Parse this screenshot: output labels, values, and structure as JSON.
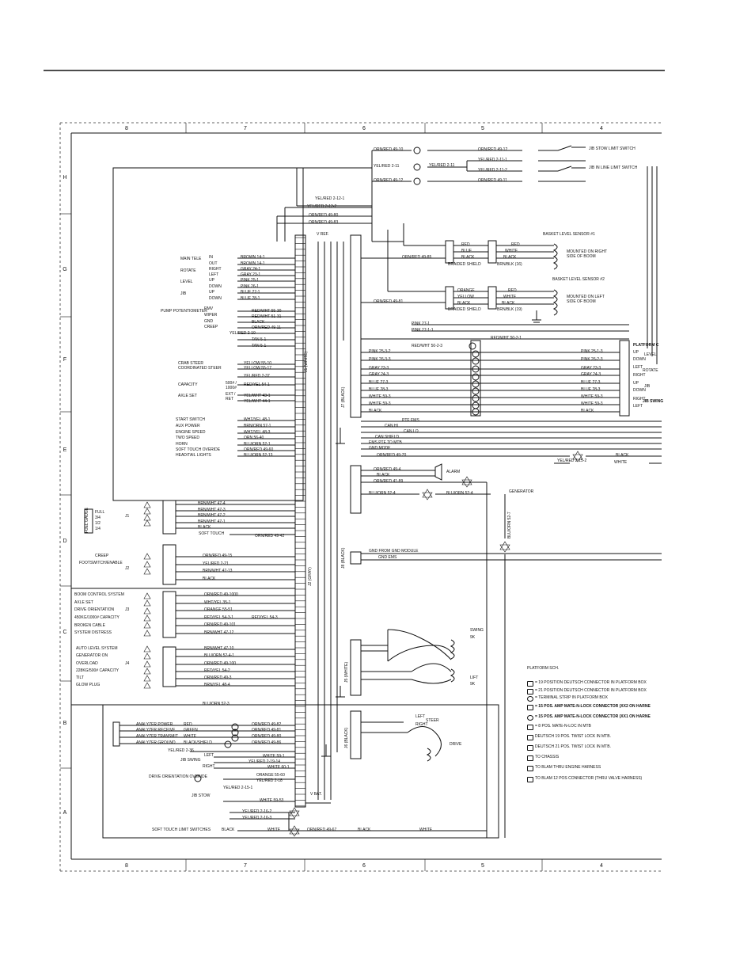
{
  "grid": {
    "cols": [
      "8",
      "7",
      "6",
      "5",
      "4"
    ],
    "rows": [
      "H",
      "G",
      "F",
      "E",
      "D",
      "C",
      "B",
      "A"
    ]
  },
  "connectors": {
    "j1": "J1 (WHITE)",
    "j2": "J2 (GRAY)",
    "j7": "J7 (BLACK)",
    "j8": "J8 (BLACK)",
    "j5": "J5 (WHITE)",
    "j6": "J6 (BLACK)",
    "vref": "V REF.",
    "vbat": "V BAT."
  },
  "top_wires": [
    {
      "wire": "ORN/RED 49-10",
      "right": "ORN/RED 49-12"
    },
    {
      "wire": "YEL/RED 2-11",
      "right": "YEL/RED 2-11"
    },
    {
      "wire": "ORN/RED 49-12",
      "right": "ORN/RED 49-11"
    }
  ],
  "top_right": {
    "jib_stow": "JIB STOW LIMIT SWITCH",
    "jib_inline": "JIB IN LINE LIMIT SWITCH",
    "yel_a": "YEL/RED 2-11-1",
    "yel_b": "YEL/RED 2-11-2",
    "w1": "YEL/RED 2-12-1",
    "w2": "YEL/RED 2-12-2",
    "w3": "ORN/RED 49-80",
    "w4": "ORN/RED 49-83"
  },
  "sensors": {
    "s1_title": "BASKET LEVEL SENSOR #1",
    "s2_title": "BASKET LEVEL SENSOR #2",
    "s1_mount": "MOUNTED ON RIGHT SIDE OF BOOM",
    "s2_mount": "MOUNTED ON LEFT SIDE OF BOOM",
    "s1_wires": [
      "RED",
      "BLUE",
      "BLACK",
      "BRAIDED SHIELD"
    ],
    "s1_right": [
      "RED",
      "WHITE",
      "BLACK",
      "BRN/BLK (16)"
    ],
    "s2_wires": [
      "ORANGE",
      "YELLOW",
      "BLACK",
      "BRAIDED SHIELD"
    ],
    "s2_right": [
      "RED",
      "WHITE",
      "BLACK",
      "BRN/BLK (19)"
    ],
    "feed1": "ORN/RED 49-85",
    "feed2": "ORN/RED 49-81"
  },
  "j1_left": [
    {
      "group": "MAIN TELE",
      "sub": "IN",
      "wire": "BROWN 14-1"
    },
    {
      "group": "",
      "sub": "OUT",
      "wire": "BROWN 14-1"
    },
    {
      "group": "ROTATE",
      "sub": "RIGHT",
      "wire": "GRAY 24-1"
    },
    {
      "group": "",
      "sub": "LEFT",
      "wire": "GRAY 23-1"
    },
    {
      "group": "LEVEL",
      "sub": "UP",
      "wire": "PINK 25-1"
    },
    {
      "group": "",
      "sub": "DOWN",
      "wire": "PINK 26-1"
    },
    {
      "group": "JIB",
      "sub": "UP",
      "wire": "BLUE 27-1"
    },
    {
      "group": "",
      "sub": "DOWN",
      "wire": "BLUE 28-1"
    }
  ],
  "pump": {
    "label": "PUMP POTENTIOMETER",
    "sub": [
      "RMV",
      "WIPER",
      "GND",
      "CREEP"
    ],
    "wires": [
      "RED/WHT 55-30",
      "RED/WHT 51-31",
      "BLACK",
      "ORN/RED 49-11",
      "YEL/RED 2-10",
      "TAN 5-1",
      "TAN 5-1"
    ]
  },
  "j1_mid": [
    {
      "label": "CRAB STEER",
      "wire": "YELLOW 55-10"
    },
    {
      "label": "COORDINATED STEER",
      "wire": "YELLOW 55-17"
    },
    {
      "label": "",
      "wire": "YEL/RED 2-37"
    },
    {
      "label": "CAPACITY",
      "sub": "500# / 1000#",
      "wire": "RED/YEL 54-1"
    },
    {
      "label": "AXLE SET",
      "sub": "EXT / RET",
      "wire": "YEL/WHT 43-1"
    },
    {
      "label": "",
      "wire": "YEL/WHT 44-1"
    }
  ],
  "j1_low": [
    {
      "label": "START SWITCH",
      "wire": "WHT/YEL 48-1"
    },
    {
      "label": "AUX POWER",
      "wire": "BRN/ORN 57-1"
    },
    {
      "label": "ENGINE SPEED",
      "wire": "WHT/YEL 48-3"
    },
    {
      "label": "TWO SPEED",
      "wire": "ORN 56-40"
    },
    {
      "label": "HORN",
      "wire": "BLU/ORN 52-1"
    },
    {
      "label": "SOFT TOUCH OVERIDE",
      "wire": "ORN/RED 49-60"
    },
    {
      "label": "HEAD/TAIL LIGHTS",
      "wire": "BLU/ORN 52-13"
    }
  ],
  "j7_right": [
    {
      "wire": "PINK 27-1",
      "far": ""
    },
    {
      "wire": "PINK 27-1-1",
      "far": ""
    },
    {
      "wire": "RED/WHT 50-2-3",
      "far": "RED/WHT 50-2-1"
    },
    {
      "wire": "PINK 25-3-2",
      "far": "PINK 25-1-3"
    },
    {
      "wire": "PINK 26-3-3",
      "far": "PINK 26-2-3"
    },
    {
      "wire": "GRAY 23-3",
      "far": "GRAY 23-3"
    },
    {
      "wire": "GRAY 24-3",
      "far": "GRAY 24-3"
    },
    {
      "wire": "BLUE 27-3",
      "far": "BLUE 27-3"
    },
    {
      "wire": "BLUE 28-3",
      "far": "BLUE 28-3"
    },
    {
      "wire": "WHITE 59-3",
      "far": "WHITE 59-3"
    },
    {
      "wire": "WHITE 59-3",
      "far": "WHITE 59-3"
    },
    {
      "wire": "BLACK",
      "far": "BLACK"
    }
  ],
  "platform_labels": {
    "title": "PLATFORM C",
    "level": "LEVEL",
    "rotate": "ROTATE",
    "jib": "JIB",
    "jib_swing": "JIB SWING",
    "up": "UP",
    "down": "DOWN",
    "left": "LEFT",
    "right": "RIGHT"
  },
  "j8_lines": {
    "ptf_ems": "PTF EMS",
    "can_hi": "CAN HI",
    "can_lo": "CAN LO",
    "can_shield": "CAN SHIELD",
    "ems_ptf": "EMS PTF TO MTB",
    "gnd_mode": "GND MODE",
    "orn_70": "ORN/RED 49-70",
    "black": "BLACK",
    "white": "WHITE",
    "yel_red": "YEL/RED 2-15-2",
    "alarm_wire": "ORN/RED 49-4",
    "alarm_black": "BLACK",
    "alarm": "ALARM",
    "gen_wire": "ORN/RED 41-89",
    "blu_orn": "BLU/ORN 52-4",
    "blu_orn2": "BLU/ORN 52-4",
    "generator": "GENERATOR",
    "blu_orn_v": "BLU/ORN 52-7",
    "gnd_module": "GND FROM GND MODULE",
    "gnd_ems": "GND EMS"
  },
  "fuel": {
    "label": "FUEL GAUGE",
    "levels": [
      "FULL",
      "3/4",
      "1/2",
      "1/4"
    ],
    "j1": "J1",
    "wires": [
      "BRN/WHT 47-4",
      "BRN/WHT 47-3",
      "BRN/WHT 47-2",
      "BRN/WHT 47-1",
      "BLACK"
    ],
    "soft_touch": "SOFT TOUCH",
    "soft_wire": "ORN/RED 49-42"
  },
  "j2_group": {
    "labels": [
      "CREEP",
      "FOOTSWITCH/ENABLE",
      "J2"
    ],
    "wires": [
      "ORN/RED 49-15",
      "YEL/RED 2-21",
      "BRN/WHT 47-13",
      "BLACK"
    ]
  },
  "j3_group": {
    "labels": [
      "BOOM CONTROL SYSTEM",
      "AXLE SET",
      "DRIVE ORIENTATION",
      "J3",
      "450KG/1000# CAPACITY",
      "BROKEN CABLE",
      "SYSTEM DISTRESS"
    ],
    "wires": [
      "ORN/RED 49-1000",
      "WHT/YEL 35-1",
      "ORANGE 55-51",
      "RED/YEL 54-3-1",
      "RED/YEL 54-3",
      "ORN/RED 49-101",
      "BRN/WHT 47-12"
    ]
  },
  "j4_group": {
    "labels": [
      "AUTO LEVEL SYSTEM",
      "GENERATOR ON",
      "OVERLOAD",
      "J4",
      "228KG/500# CAPACITY",
      "TILT",
      "GLOW PLUG"
    ],
    "wires": [
      "BRN/WHT 47-10",
      "BLU/ORN 52-4-1",
      "ORN/RED 49-100",
      "RED/YEL 54-2",
      "ORN/RED 49-3",
      "BRN/YEL 48-4"
    ]
  },
  "analyzer": {
    "labels": [
      "ANALYZER POWER",
      "ANALYZER RECEIVE",
      "ANALYZER TRANSMIT",
      "ANALYZER GROUND"
    ],
    "colors": [
      "RED",
      "GREEN",
      "WHITE",
      "BLACK/SHIELD"
    ],
    "wires": [
      "ORN/RED 49-82",
      "ORN/RED 49-81",
      "ORN/RED 49-80",
      "ORN/RED 49-86"
    ],
    "blu": "BLU/ORN 52-3"
  },
  "bottom_left": {
    "yel_36": "YEL/RED 2-36",
    "jib_swing": "JIB SWING",
    "left": "LEFT",
    "right": "RIGHT",
    "w1": "WHITE 59-1",
    "w2": "YEL/RED 2-19-14",
    "w3": "WHITE 60-1",
    "drive_orient": "DRIVE ORIENTATION OVERIDE",
    "w4": "ORANGE 55-60",
    "w5": "YEL/RED 2-18",
    "jib_stow": "JIB STOW",
    "w6": "YEL/RED 2-15-1",
    "w7": "WHITE 59-53",
    "w8": "YEL/RED 2-16-2",
    "w9": "YEL/RED 2-16-3",
    "soft_limit": "SOFT TOUCH LIMIT SWITCHES",
    "b_black": "BLACK",
    "b_white": "WHITE",
    "b_orn": "ORN/RED 49-67",
    "b_black2": "BLACK",
    "b_white2": "WHITE"
  },
  "j5_group": {
    "swing": "SWING",
    "swing_sub": "9K",
    "lift": "LIFT",
    "lift_sub": "9K"
  },
  "j6_group": {
    "steer": "STEER",
    "left": "LEFT",
    "right": "RIGHT",
    "drive": "DRIVE"
  },
  "legend": {
    "title": "PLATFORM SCH.",
    "items": [
      "= 19 POSITION DEUTSCH CONNECTOR IN PLATFORM BOX",
      "= 21 POSITION DEUTSCH CONNECTOR IN PLATFORM BOX",
      "= TERMINAL STRIP IN PLATFORM BOX",
      "= 15 POS. AMP MATE-N-LOCK CONNECTOR (XX2 ON HARNE",
      "= 15 POS. AMP MATE-N-LOCK CONNECTOR (XX1 ON HARNE",
      "= 8 POS. MATE-N-LOC IN MTB",
      "DEUTSCH 19 POS. TWIST LOCK IN MTB.",
      "DEUTSCH 21 POS. TWIST LOCK IN MTB.",
      "TO CHASSIS",
      "TO BLAM THRU ENGINE HARNESS",
      "TO BLAM 12 POS CONNECTOR (THRU VALVE HARNESS)"
    ]
  }
}
